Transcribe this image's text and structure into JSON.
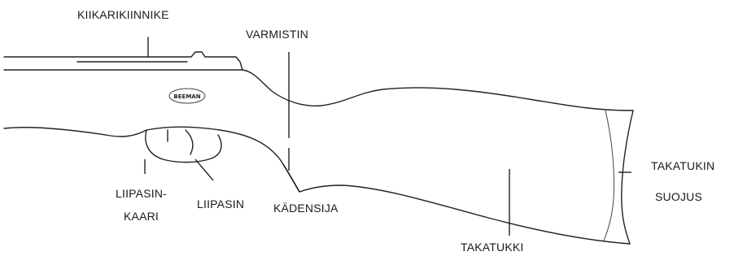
{
  "labels": {
    "scope_mount": "KIIKARIKIINNIKE",
    "safety": "VARMISTIN",
    "trigger_guard_line1": "LIIPASIN-",
    "trigger_guard_line2": "KAARI",
    "trigger": "LIIPASIN",
    "grip": "KÄDENSIJA",
    "stock": "TAKATUKKI",
    "butt_pad_line1": "TAKATUKIN",
    "butt_pad_line2": "SUOJUS"
  },
  "badge_text": "BEEMAN"
}
